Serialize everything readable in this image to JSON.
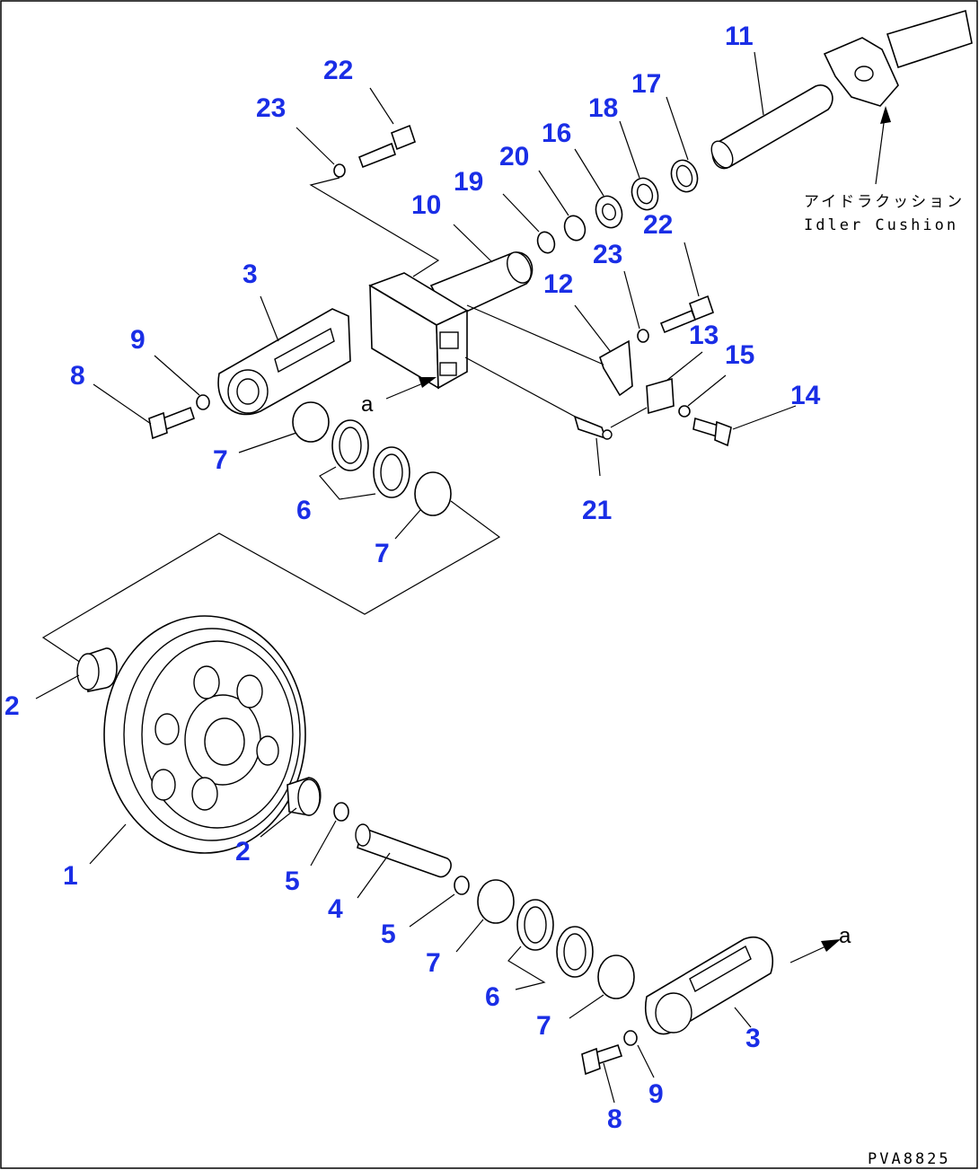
{
  "drawing_code": "PVA8825",
  "reference_label": "Idler Cushion",
  "reference_label_jp": "アイドラクッション",
  "view_marker": "a",
  "callouts": [
    {
      "id": "c22a",
      "text": "22"
    },
    {
      "id": "c23a",
      "text": "23"
    },
    {
      "id": "c11",
      "text": "11"
    },
    {
      "id": "c17",
      "text": "17"
    },
    {
      "id": "c18",
      "text": "18"
    },
    {
      "id": "c16",
      "text": "16"
    },
    {
      "id": "c20",
      "text": "20"
    },
    {
      "id": "c19",
      "text": "19"
    },
    {
      "id": "c10",
      "text": "10"
    },
    {
      "id": "c22b",
      "text": "22"
    },
    {
      "id": "c23b",
      "text": "23"
    },
    {
      "id": "c3a",
      "text": "3"
    },
    {
      "id": "c12",
      "text": "12"
    },
    {
      "id": "c9a",
      "text": "9"
    },
    {
      "id": "c13",
      "text": "13"
    },
    {
      "id": "c15",
      "text": "15"
    },
    {
      "id": "c8a",
      "text": "8"
    },
    {
      "id": "c14",
      "text": "14"
    },
    {
      "id": "c7a",
      "text": "7"
    },
    {
      "id": "c6a",
      "text": "6"
    },
    {
      "id": "c21",
      "text": "21"
    },
    {
      "id": "c7b",
      "text": "7"
    },
    {
      "id": "c2a",
      "text": "2"
    },
    {
      "id": "c2b",
      "text": "2"
    },
    {
      "id": "c1",
      "text": "1"
    },
    {
      "id": "c5a",
      "text": "5"
    },
    {
      "id": "c4",
      "text": "4"
    },
    {
      "id": "c5b",
      "text": "5"
    },
    {
      "id": "c7c",
      "text": "7"
    },
    {
      "id": "c6b",
      "text": "6"
    },
    {
      "id": "c7d",
      "text": "7"
    },
    {
      "id": "c3b",
      "text": "3"
    },
    {
      "id": "c9b",
      "text": "9"
    },
    {
      "id": "c8b",
      "text": "8"
    }
  ]
}
